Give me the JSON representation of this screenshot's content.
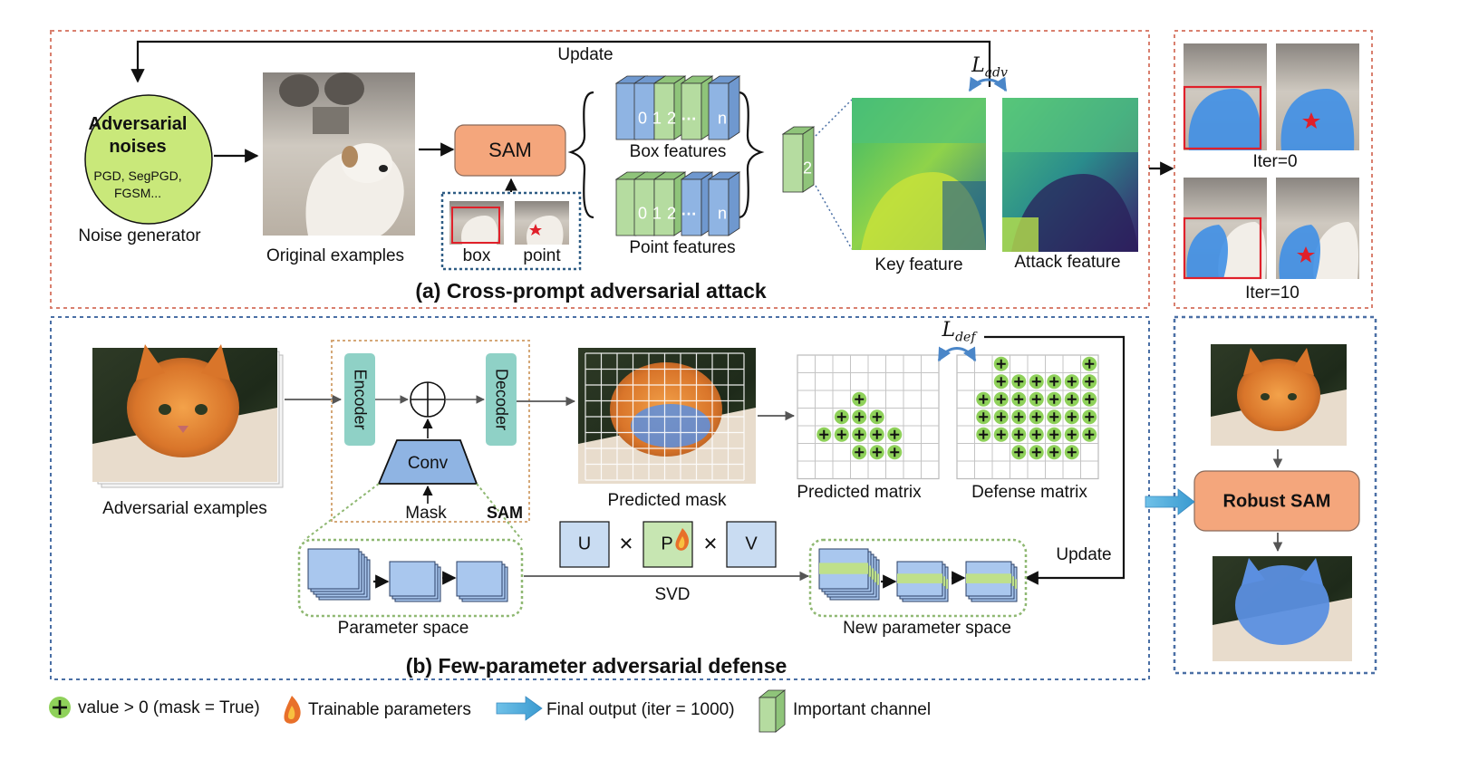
{
  "panel_a": {
    "title": "(a) Cross-prompt  adversarial attack",
    "update_label": "Update",
    "loss_label": "L",
    "loss_sub": "adv",
    "noise": {
      "title_line1": "Adversarial",
      "title_line2": "noises",
      "methods_line1": "PGD, SegPGD,",
      "methods_line2": "FGSM...",
      "caption": "Noise generator"
    },
    "original_caption": "Original examples",
    "sam_label": "SAM",
    "prompt_box_label": "box",
    "prompt_point_label": "point",
    "box_features_label": "Box features",
    "point_features_label": "Point features",
    "channel_labels": [
      "0",
      "1",
      "2",
      "n"
    ],
    "ellipsis": "…",
    "important_channel_index": "2",
    "key_feature_caption": "Key feature",
    "attack_feature_caption": "Attack feature"
  },
  "results_a": {
    "iter0_label": "Iter=0",
    "iter10_label": "Iter=10"
  },
  "panel_b": {
    "title": "(b)  Few-parameter adversarial defense",
    "adv_examples_caption": "Adversarial examples",
    "encoder_label": "Encoder",
    "decoder_label": "Decoder",
    "conv_label": "Conv",
    "mask_label": "Mask",
    "sam_label": "SAM",
    "predicted_mask_caption": "Predicted mask",
    "predicted_matrix_caption": "Predicted matrix",
    "defense_matrix_caption": "Defense matrix",
    "loss_label": "L",
    "loss_sub": "def",
    "update_label": "Update",
    "svd_label": "SVD",
    "u_label": "U",
    "p_label": "P",
    "v_label": "V",
    "times_symbol": "×",
    "param_space_caption": "Parameter space",
    "new_param_space_caption": "New parameter space"
  },
  "results_b": {
    "robust_sam_label": "Robust SAM"
  },
  "legend": {
    "plus_text": "value > 0 (mask = True)",
    "flame_text": "Trainable parameters",
    "arrow_text": "Final output (iter = 1000)",
    "channel_text": "Important channel"
  },
  "colors": {
    "panel_a_border": "#d9806f",
    "panel_b_border": "#4a6fa5",
    "sam_fill": "#f4a67c",
    "noise_fill": "#c9e87a",
    "feature_blue": "#8fb4e3",
    "feature_green": "#b5dca0",
    "encoder_fill": "#8fd1c6",
    "mask_blue": "#5b8fe0",
    "legend_arrow": "#4aa8d8"
  }
}
